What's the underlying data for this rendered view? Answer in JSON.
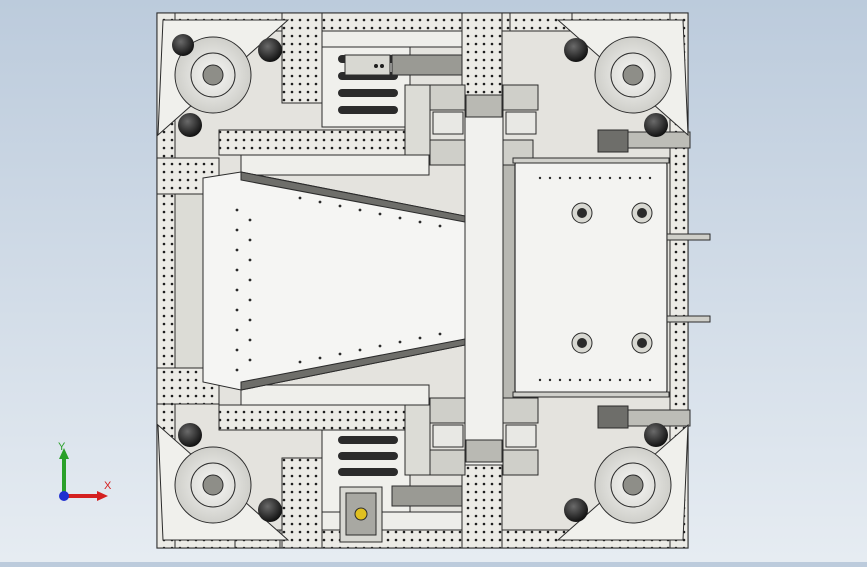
{
  "viewport": {
    "background_top": "#bccbdc",
    "background_bottom": "#e6ecf2",
    "model": "robot-chassis-top-view"
  },
  "colors": {
    "frame": "#ecebe6",
    "frame_edge": "#2b2b2b",
    "hole": "#1e1e1e",
    "plate": "#f4f4f2",
    "shadow": "#b4b4b0",
    "dark_part": "#3a3a3a",
    "mid_part": "#8f8f8a"
  },
  "triad": {
    "x_label": "X",
    "y_label": "Y",
    "x_color": "#d42020",
    "y_color": "#2aa02a",
    "origin_color": "#2030d0"
  }
}
